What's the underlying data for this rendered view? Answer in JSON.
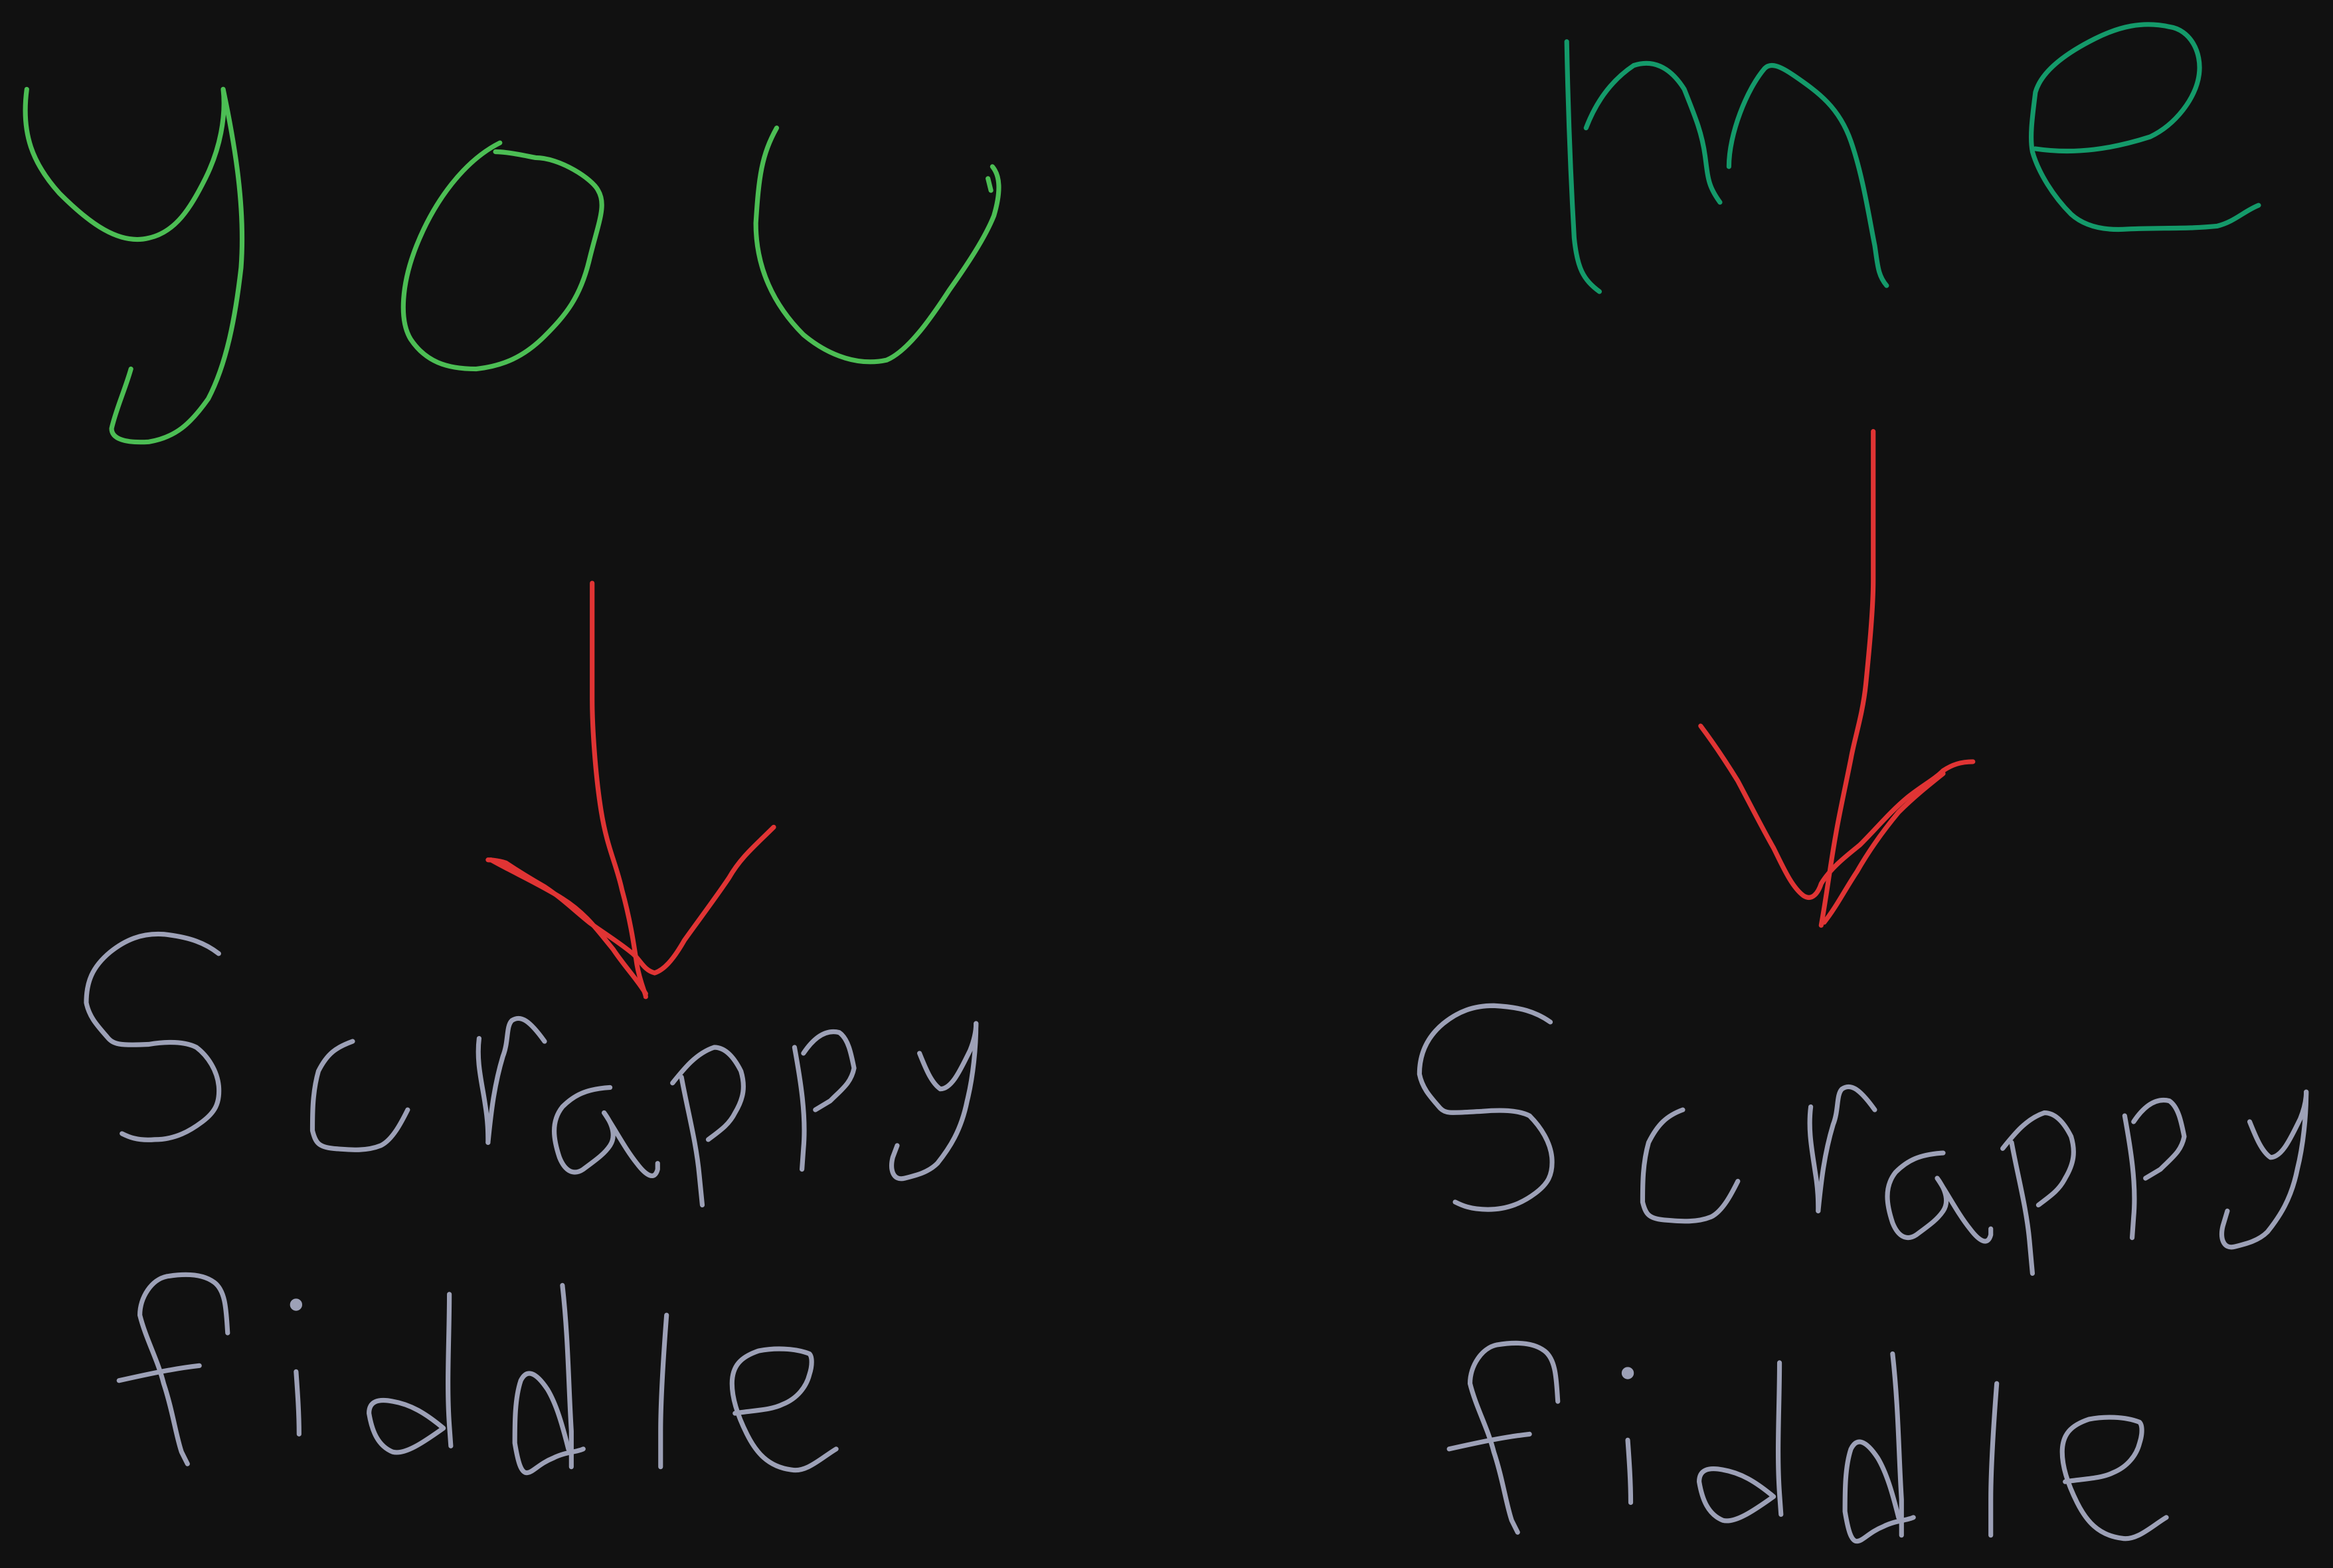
{
  "background_color": "#111111",
  "columns": [
    {
      "id": "left",
      "top_word": "you",
      "top_color": "#4cbe54",
      "arrow_color": "#e03434",
      "bottom_lines": [
        "Scrappy",
        "fiddle"
      ],
      "bottom_color": "#9da1b7"
    },
    {
      "id": "right",
      "top_word": "me",
      "top_color": "#149a6a",
      "arrow_color": "#e03434",
      "bottom_lines": [
        "Scrappy",
        "fiddle"
      ],
      "bottom_color": "#9da1b7"
    }
  ]
}
